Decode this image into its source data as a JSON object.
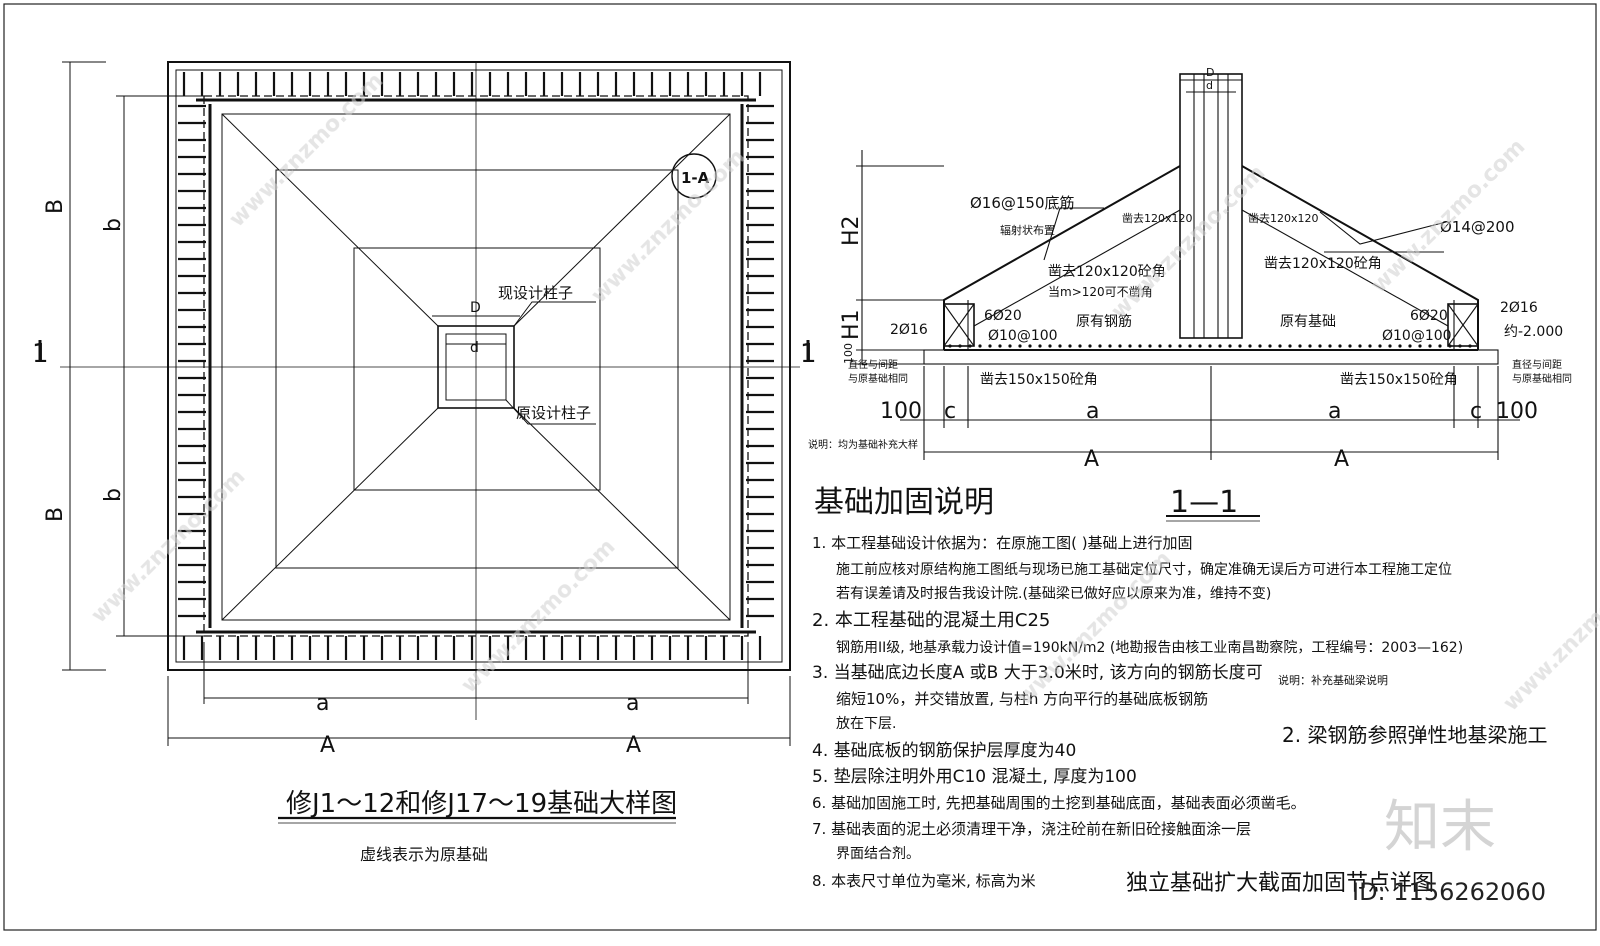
{
  "plan": {
    "title": "修J1～12和修J17～19基础大样图",
    "subtitle": "虚线表示为原基础",
    "dims": {
      "B": "B",
      "b": "b",
      "a": "a",
      "A": "A",
      "section_mark": "1"
    },
    "callout": "1-A",
    "labels": {
      "column_new": "现设计柱子",
      "column_old": "原设计柱子",
      "D": "D",
      "d": "d"
    }
  },
  "section": {
    "title": "1—1",
    "caption": "独立基础扩大截面加固节点详图",
    "dims": {
      "H1": "H1",
      "H2": "H2",
      "h100": "100",
      "D": "D",
      "d": "d",
      "a": "a",
      "A": "A",
      "c": "c",
      "dim100": "100"
    },
    "labels": {
      "rebar_bottom": "Ø16@150底筋",
      "radial": "辐射状布置",
      "chisel_left": "凿去120x120",
      "chisel_right": "凿去120x120",
      "chisel_corner_left": "凿去120x120砼角",
      "chisel_corner_right": "凿去120x120砼角",
      "note_m": "当m>120可不凿角",
      "rebar_top": "Ø14@200",
      "left_6": "6Ø20",
      "right_6": "6Ø20",
      "left_2": "2Ø16",
      "right_2": "2Ø16",
      "left_stirrup": "Ø10@100",
      "right_stirrup": "Ø10@100",
      "orig_rebar": "原有钢筋",
      "orig_found": "原有基础",
      "elevation": "约-2.000",
      "dia_left": "直径与间距",
      "dia_left2": "与原基础相同",
      "dia_right": "直径与间距",
      "dia_right2": "与原基础相同",
      "chisel_bottom_left": "凿去150x150砼角",
      "chisel_bottom_right": "凿去150x150砼角",
      "note": "说明：均为基础补充大样"
    }
  },
  "notes": {
    "title": "基础加固说明",
    "items": [
      "1. 本工程基础设计依据为：在原施工图(  )基础上进行加固",
      "施工前应核对原结构施工图纸与现场已施工基础定位尺寸，确定准确无误后方可进行本工程施工定位",
      "若有误差请及时报告我设计院.(基础梁已做好应以原来为准，维持不变)",
      "2. 本工程基础的混凝土用C25",
      "钢筋用II级, 地基承载力设计值=190kN/m2 (地勘报告由核工业南昌勘察院，工程编号：2003—162)",
      "3. 当基础底边长度A 或B 大于3.0米时, 该方向的钢筋长度可",
      "缩短10%，并交错放置, 与柱h 方向平行的基础底板钢筋",
      "放在下层.",
      "4. 基础底板的钢筋保护层厚度为40",
      "5. 垫层除注明外用C10 混凝土, 厚度为100",
      "6. 基础加固施工时, 先把基础周围的土挖到基础底面，基础表面必须凿毛。",
      "7. 基础表面的泥土必须清理干净，浇注砼前在新旧砼接触面涂一层",
      "界面结合剂。",
      "8. 本表尺寸单位为毫米, 标高为米"
    ],
    "side_note_label": "说明：补充基础梁说明",
    "side_note": "2. 梁钢筋参照弹性地基梁施工"
  },
  "watermark": {
    "site": "www.znzmo.com",
    "brand": "知末",
    "id": "ID: 1156262060"
  }
}
